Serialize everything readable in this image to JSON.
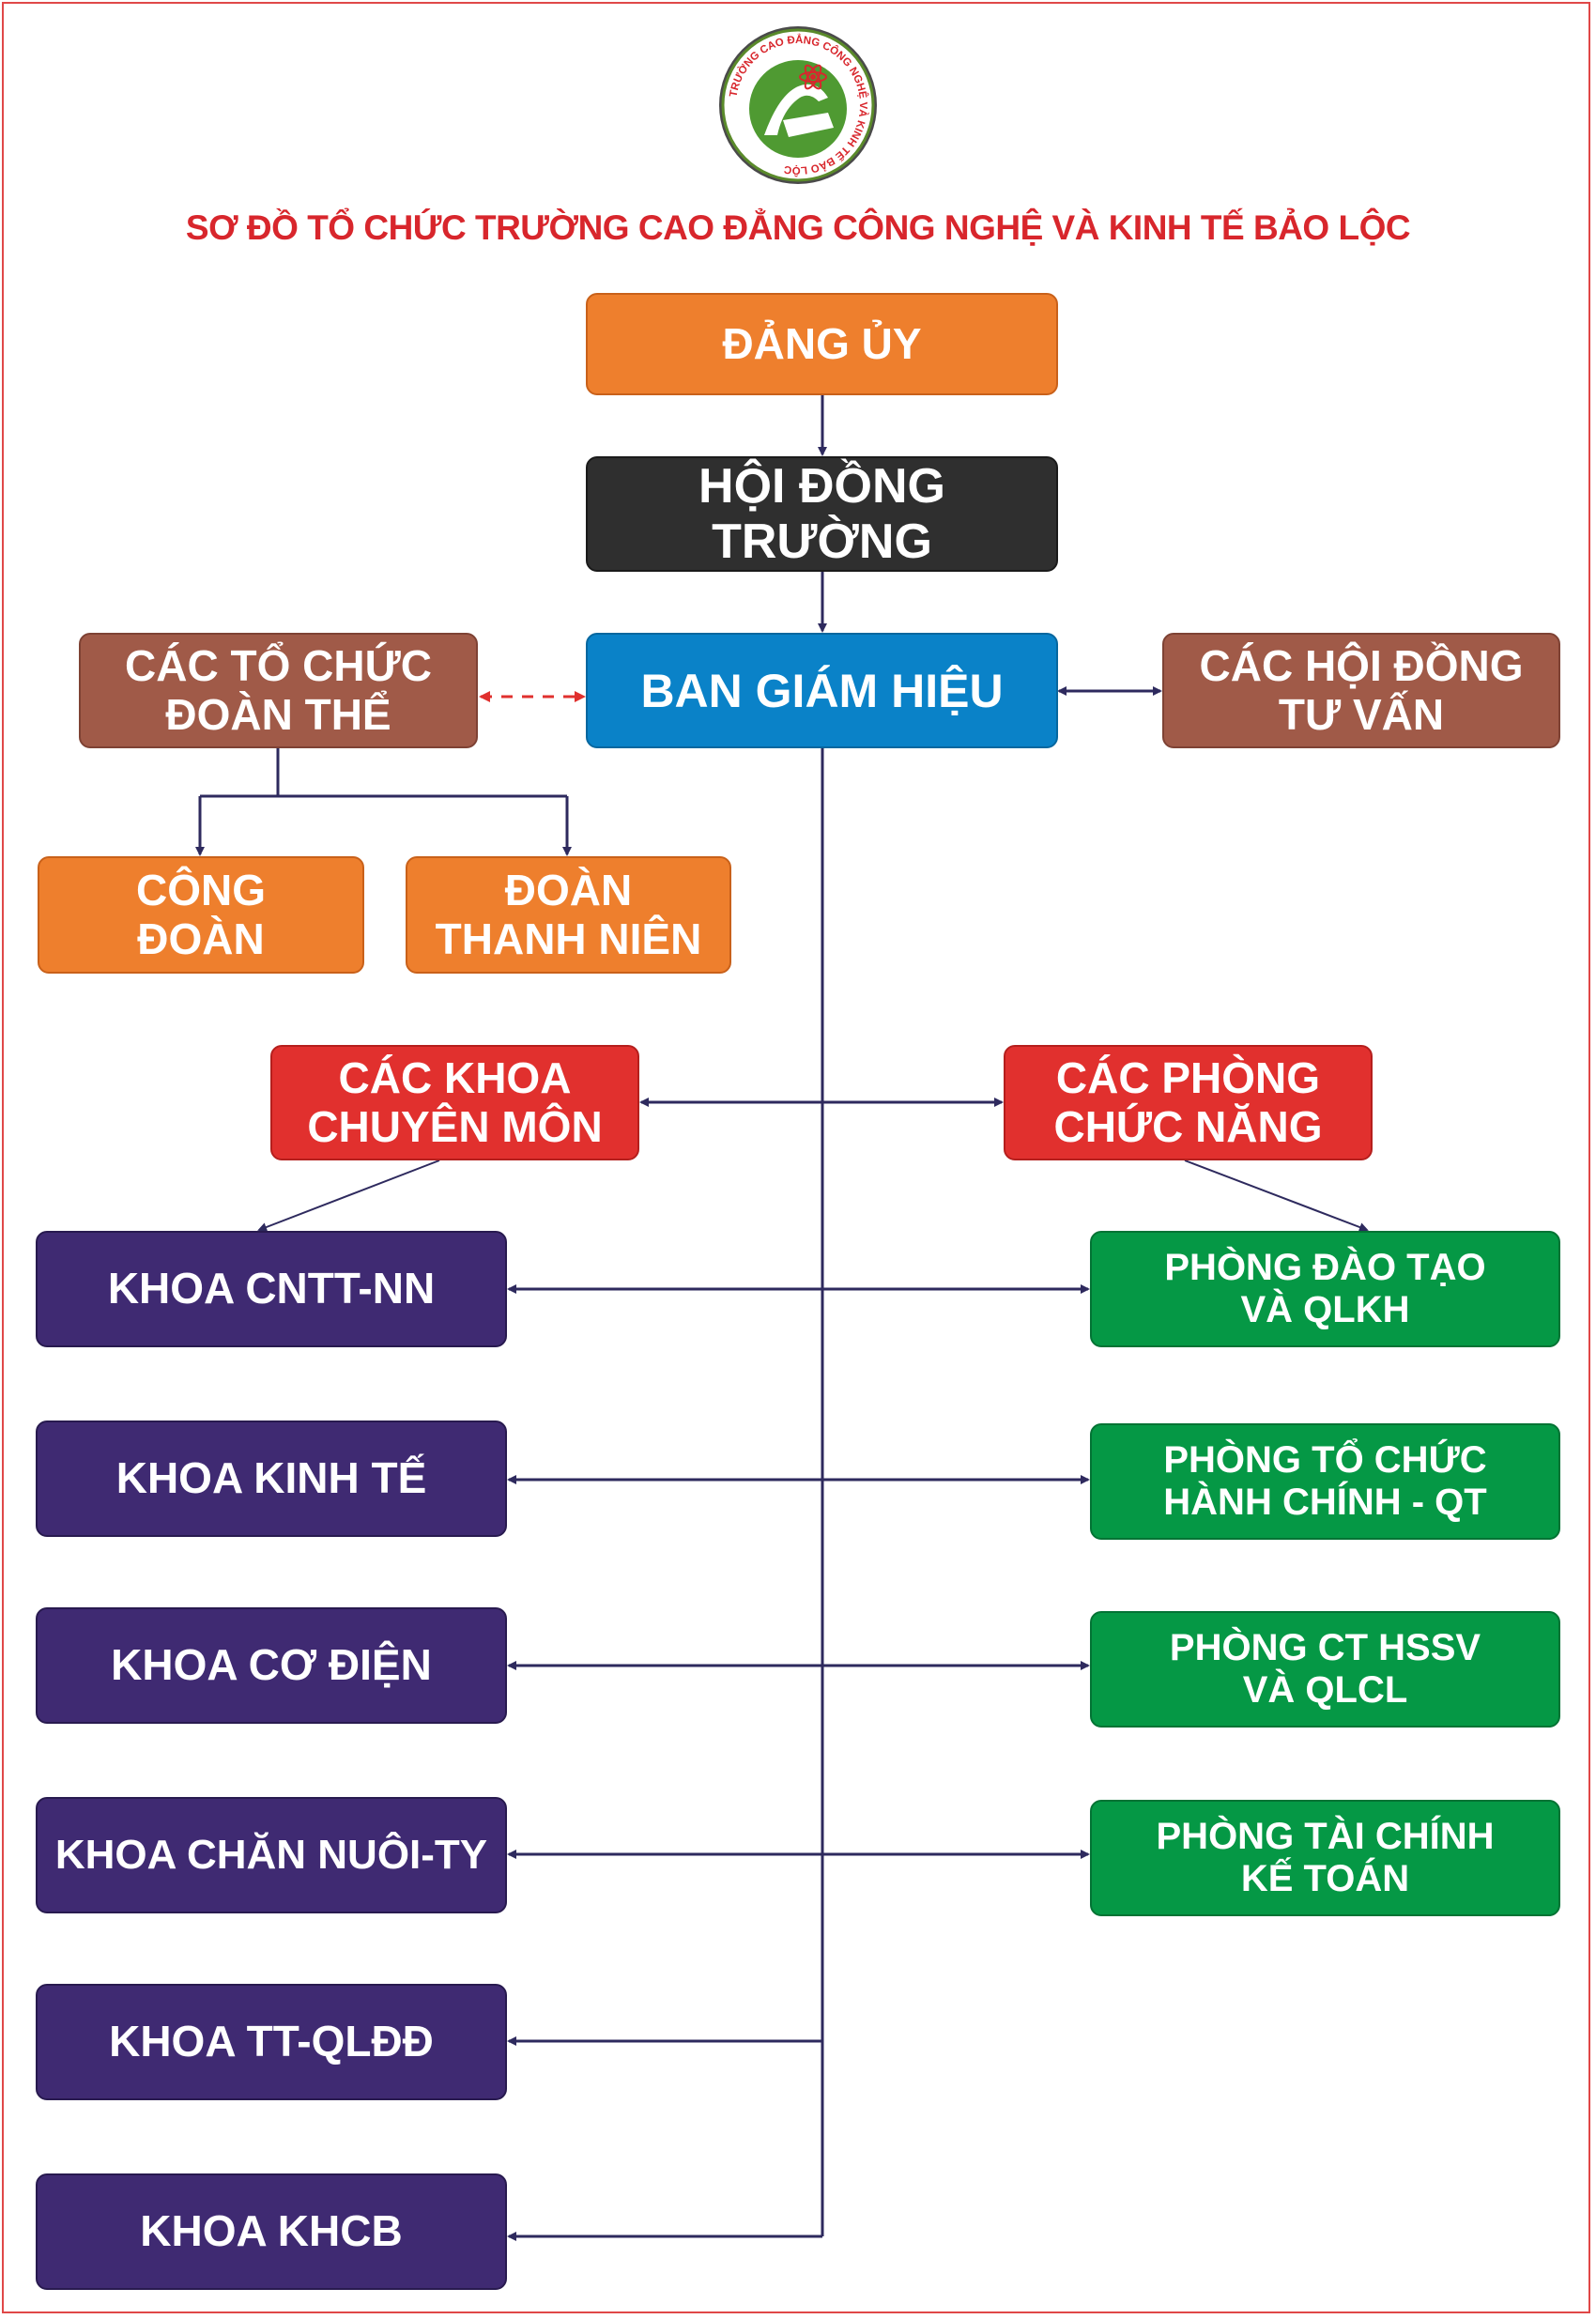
{
  "title": "SƠ ĐỒ TỔ CHỨC TRƯỜNG CAO ĐẲNG CÔNG NGHỆ VÀ KINH TẾ BẢO LỘC",
  "logo": {
    "ring_text": "TRƯỜNG CAO ĐẲNG CÔNG NGHỆ VÀ KINH TẾ BẢO LỘC",
    "colors": {
      "ring": "#ffffff",
      "border": "#5a8a2a",
      "center": "#4f9a32",
      "text": "#d8262c"
    }
  },
  "nodes": {
    "dang_uy": "ĐẢNG ỦY",
    "hoi_dong_truong": "HỘI ĐỒNG TRƯỜNG",
    "ban_giam_hieu": "BAN GIÁM HIỆU",
    "to_chuc_doan_the": "CÁC TỔ CHỨC\nĐOÀN THỂ",
    "hoi_dong_tu_van": "CÁC HỘI ĐỒNG\nTƯ VẤN",
    "cong_doan": "CÔNG\nĐOÀN",
    "doan_thanh_nien": "ĐOÀN\nTHANH NIÊN",
    "khoa_chuyen_mon": "CÁC KHOA\nCHUYÊN MÔN",
    "phong_chuc_nang": "CÁC PHÒNG\nCHỨC NĂNG"
  },
  "khoa": [
    "KHOA CNTT-NN",
    "KHOA KINH TẾ",
    "KHOA CƠ ĐIỆN",
    "KHOA CHĂN NUÔI-TY",
    "KHOA TT-QLĐĐ",
    "KHOA KHCB"
  ],
  "phong": [
    "PHÒNG ĐÀO TẠO\nVÀ QLKH",
    "PHÒNG TỔ CHỨC\nHÀNH CHÍNH - QT",
    "PHÒNG CT HSSV\nVÀ QLCL",
    "PHÒNG TÀI CHÍNH\nKẾ TOÁN"
  ],
  "colors": {
    "line": "#2e2a5e",
    "dashed": "#e0302e",
    "orange": "#ee7f2d",
    "dark": "#2f2f2f",
    "blue": "#0a82c8",
    "brown": "#a05a48",
    "red": "#e1302e",
    "purple": "#3f2a72",
    "green": "#059845"
  }
}
